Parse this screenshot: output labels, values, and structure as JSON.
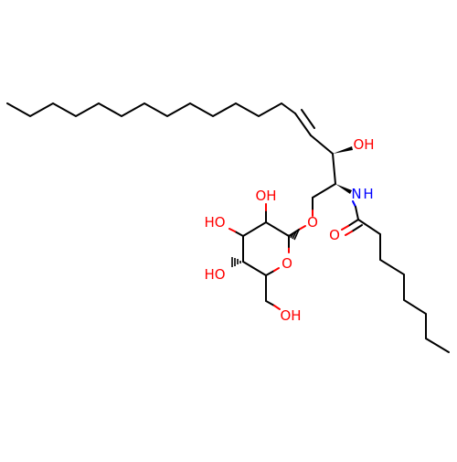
{
  "atom_labels": {
    "oh_chain": "OH",
    "nh": "N",
    "nh_h": "H",
    "ether_o": "O",
    "ring_o": "O",
    "amide_o": "O",
    "oh_c2": "OH",
    "ho_c3": "HO",
    "ho_c4": "HO",
    "oh_c6": "OH"
  },
  "colors": {
    "carbon_bond": "#000000",
    "oxygen": "#ff0000",
    "nitrogen": "#0000ff"
  }
}
